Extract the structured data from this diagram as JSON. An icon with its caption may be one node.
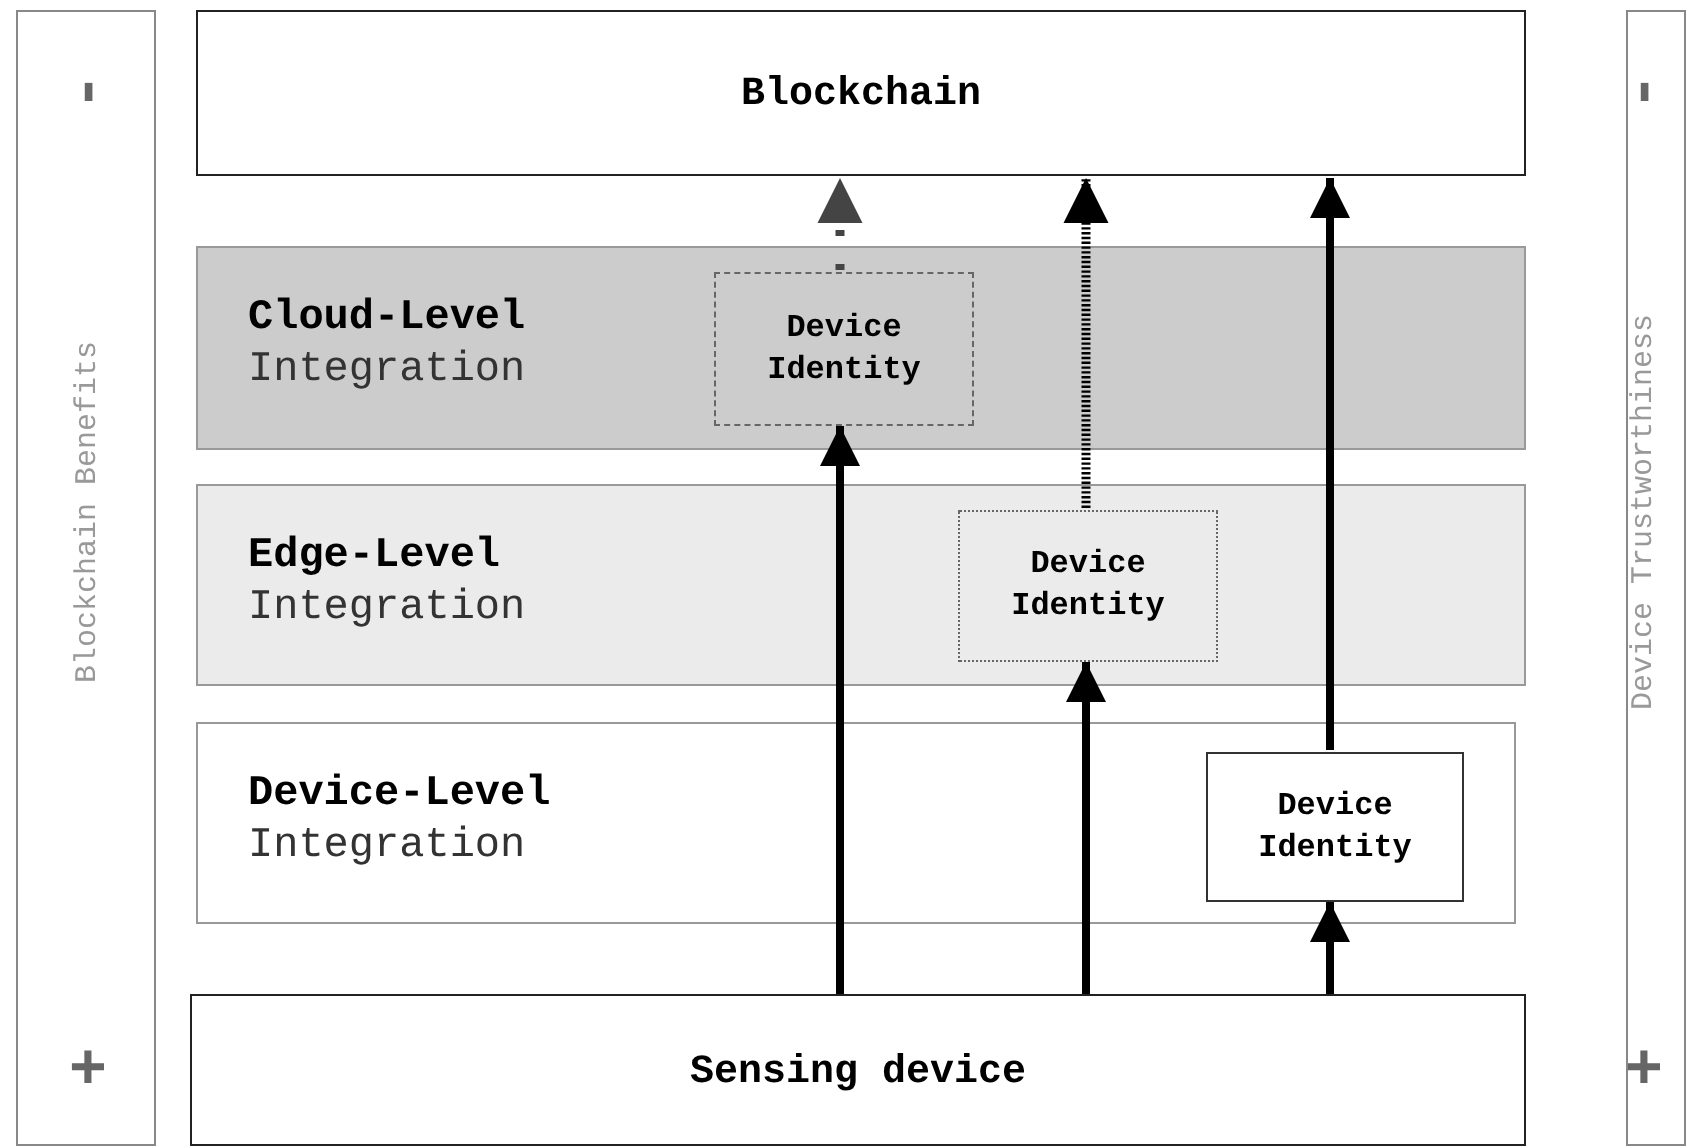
{
  "diagram": {
    "nodes": [
      {
        "text": [
          "Blockchain"
        ]
      },
      {
        "text": [
          "Cloud-Level",
          "Integration"
        ]
      },
      {
        "text": [
          "Device Identity"
        ],
        "in": 1
      },
      {
        "text": [
          "Edge-Level",
          "Integration"
        ]
      },
      {
        "text": [
          "Device Identity"
        ],
        "in": 3
      },
      {
        "text": [
          "Device-Level",
          "Integration"
        ]
      },
      {
        "text": [
          "Device Identity"
        ],
        "in": 5
      },
      {
        "text": [
          "Sensing device"
        ]
      },
      {
        "text": [
          "-",
          "Blockchain Benefits",
          "+"
        ]
      },
      {
        "text": [
          "-",
          "Device Trustworthiness",
          "+"
        ]
      }
    ],
    "edges": [
      {
        "from": 2,
        "to": 0,
        "arrow": "to",
        "style": "dashed",
        "color": "#444444"
      },
      {
        "from": 7,
        "to": 2,
        "arrow": "to"
      },
      {
        "from": 4,
        "to": 0,
        "arrow": "to",
        "style": "dashed"
      },
      {
        "from": 7,
        "to": 4,
        "arrow": "to"
      },
      {
        "from": 6,
        "to": 0,
        "arrow": "to"
      },
      {
        "from": 7,
        "to": 6,
        "arrow": "to"
      }
    ]
  }
}
